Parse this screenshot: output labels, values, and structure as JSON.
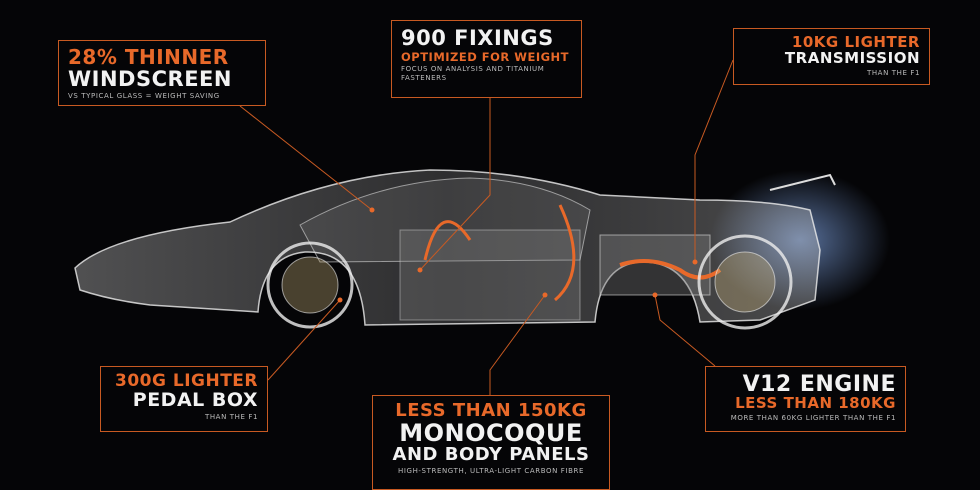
{
  "callouts": {
    "windscreen": {
      "highlight": "28% THINNER",
      "title": "WINDSCREEN",
      "note": "VS TYPICAL GLASS = WEIGHT SAVING"
    },
    "fixings": {
      "title": "900 FIXINGS",
      "highlight": "OPTIMIZED FOR WEIGHT",
      "note": "FOCUS ON ANALYSIS AND TITANIUM FASTENERS"
    },
    "transmission": {
      "highlight": "10KG LIGHTER",
      "title": "TRANSMISSION",
      "note": "THAN THE F1"
    },
    "pedal_box": {
      "highlight": "300G LIGHTER",
      "title": "PEDAL BOX",
      "note": "THAN THE F1"
    },
    "monocoque": {
      "highlight": "LESS THAN 150KG",
      "title": "MONOCOQUE",
      "title2": "AND BODY PANELS",
      "note": "HIGH-STRENGTH, ULTRA-LIGHT CARBON FIBRE"
    },
    "engine": {
      "title": "V12 ENGINE",
      "highlight": "LESS THAN 180KG",
      "note": "MORE THAN 60KG LIGHTER THAN THE F1"
    }
  },
  "colors": {
    "accent": "#e8692a",
    "background": "#050507"
  }
}
